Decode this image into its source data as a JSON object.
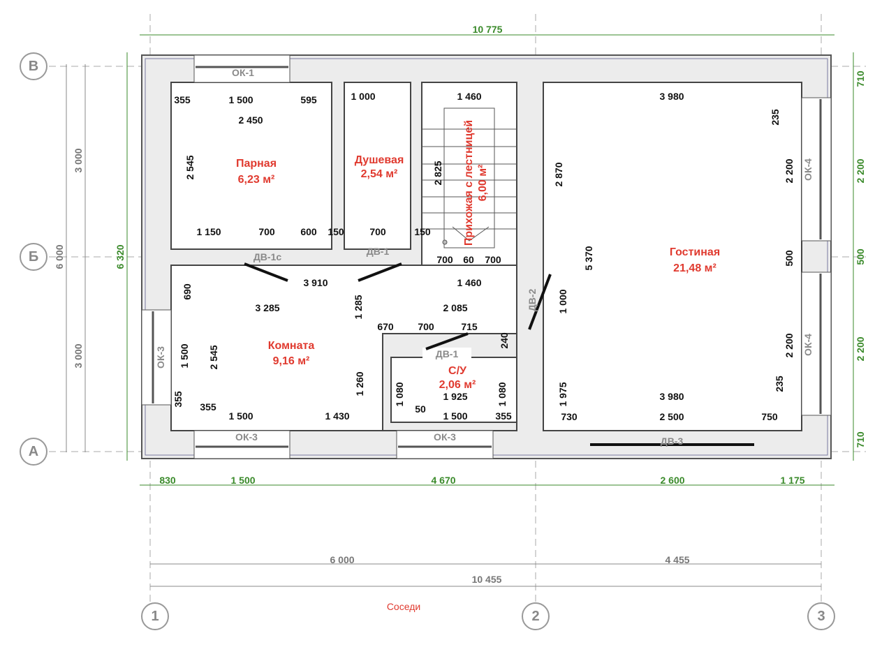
{
  "colors": {
    "wall": "#e9e9e9",
    "outline": "#444",
    "dim_green": "#3a8a2a",
    "room_red": "#e03a2f",
    "grid": "#999"
  },
  "axes": {
    "rows": [
      "В",
      "Б",
      "А"
    ],
    "cols": [
      "1",
      "2",
      "3"
    ]
  },
  "overall": {
    "top": "10 775",
    "left_total": "6 320",
    "left_gray": "6 000",
    "left_gray_top": "3 000",
    "left_gray_bottom": "3 000",
    "right": [
      "710",
      "2 200",
      "500",
      "2 200",
      "710"
    ],
    "bottom_green": [
      "830",
      "1 500",
      "4 670",
      "2 600",
      "1 175"
    ],
    "bottom_gray": [
      "6 000",
      "4 455",
      "10 455"
    ]
  },
  "neighbors": "Соседи",
  "rooms": [
    {
      "name": "Парная",
      "area": "6,23 м²"
    },
    {
      "name": "Душевая",
      "area": "2,54 м²"
    },
    {
      "name": "Прихожая с лестницей",
      "area": "6,00 м²"
    },
    {
      "name": "Гостиная",
      "area": "21,48 м²"
    },
    {
      "name": "Комната",
      "area": "9,16 м²"
    },
    {
      "name": "С/У",
      "area": "2,06 м²"
    }
  ],
  "openings": [
    "ОК-1",
    "ДВ-1с",
    "ДВ-1",
    "ДВ-2",
    "ОК-4",
    "ОК-4",
    "ОК-3",
    "ДВ-1",
    "ОК-3",
    "ОК-3",
    "ДВ-3"
  ],
  "dims": [
    "355",
    "1 500",
    "595",
    "2 450",
    "1 000",
    "1 460",
    "3 980",
    "235",
    "2 545",
    "2 825",
    "2 870",
    "2 200",
    "1 150",
    "700",
    "600",
    "150",
    "700",
    "150",
    "700",
    "60",
    "700",
    "500",
    "5 370",
    "690",
    "3 910",
    "1 460",
    "1 285",
    "3 285",
    "2 085",
    "1 000",
    "670",
    "700",
    "715",
    "240",
    "1 500",
    "2 545",
    "1 260",
    "2 200",
    "1 080",
    "1 925",
    "1 080",
    "355",
    "355",
    "1 975",
    "3 980",
    "235",
    "50",
    "1 500",
    "1 430",
    "1 500",
    "355",
    "730",
    "2 500",
    "750"
  ]
}
